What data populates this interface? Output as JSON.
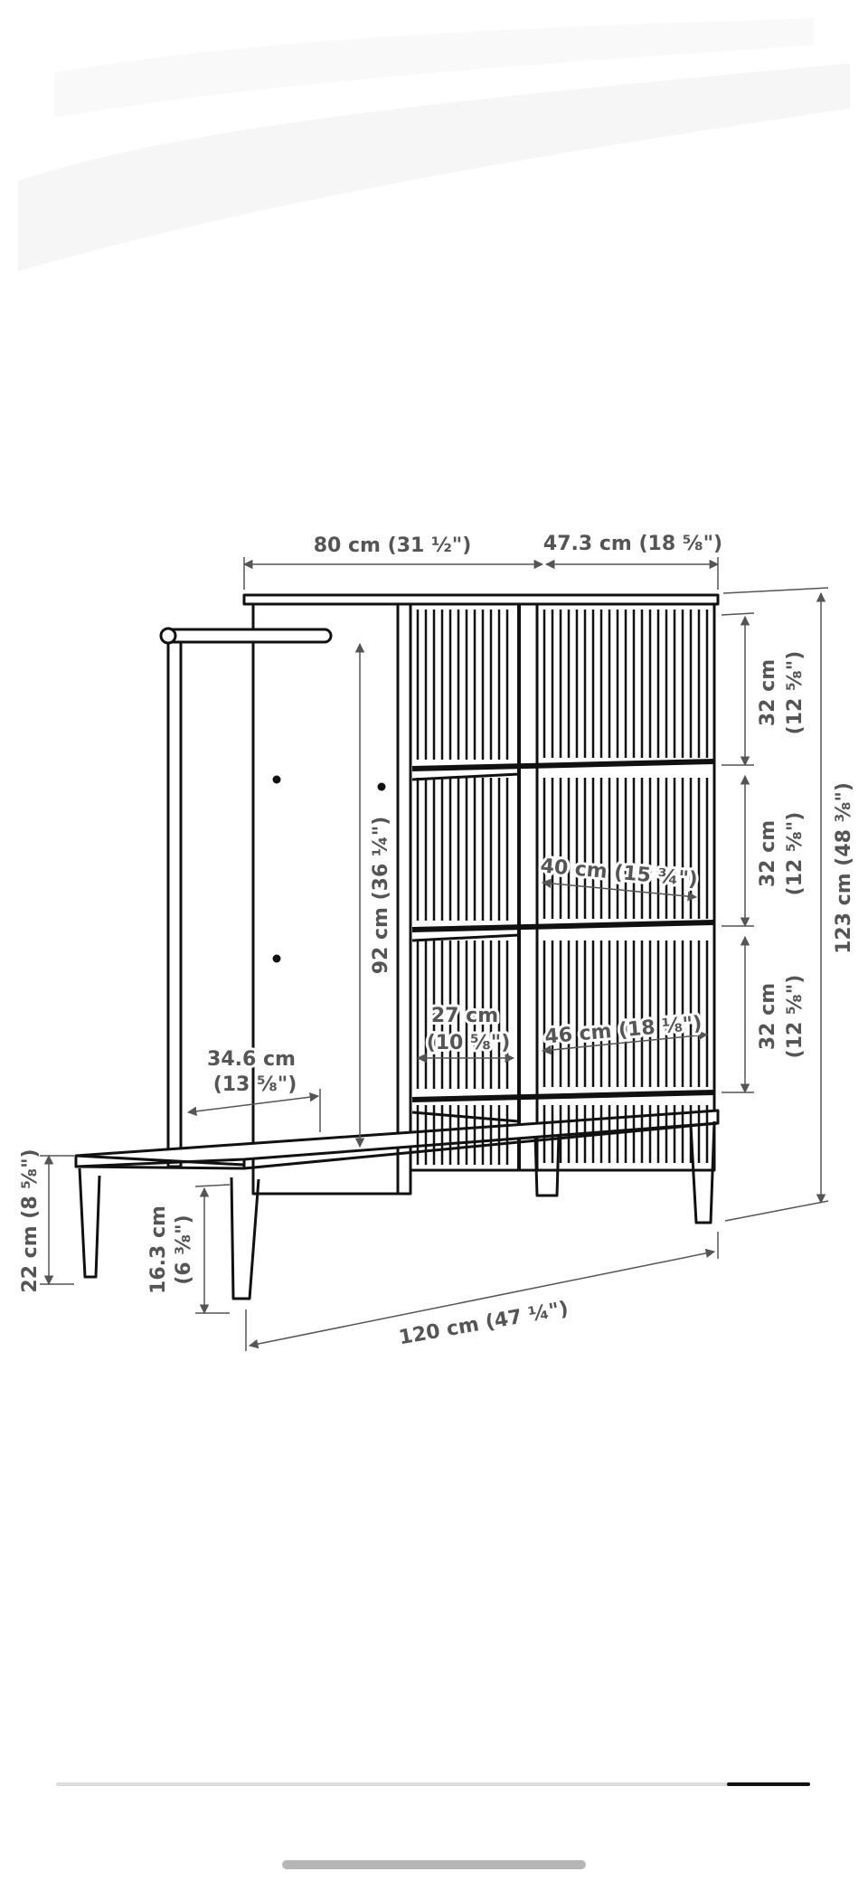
{
  "product_diagram": {
    "dimensions": {
      "top_width": "80 cm (31 ½\")",
      "depth": "47.3 cm (18 ⅝\")",
      "shelf_height_top": [
        "32 cm",
        "(12 ⅝\")"
      ],
      "shelf_height_middle": [
        "32 cm",
        "(12 ⅝\")"
      ],
      "shelf_height_bottom": [
        "32 cm",
        "(12 ⅝\")"
      ],
      "total_height": "123 cm (48 ⅜\")",
      "cabinet_height": "92 cm (36 ¼\")",
      "inner_width_middle": "40 cm (15 ¾\")",
      "inner_width_bottom": "46 cm (18 ⅛\")",
      "compartment_width": [
        "27 cm",
        "(10 ⅝\")"
      ],
      "rail_depth": [
        "34.6 cm",
        "(13 ⅝\")"
      ],
      "base_height": "22 cm (8 ⅝\")",
      "leg_clearance": [
        "16.3 cm",
        "(6 ⅜\")"
      ],
      "total_width": "120 cm (47 ¼\")"
    }
  },
  "carousel": {
    "progress": 0.11
  },
  "colors": {
    "line": "#111111",
    "dimension": "#555555",
    "track": "#dcdcdc",
    "indicator": "#b6b6b6"
  }
}
